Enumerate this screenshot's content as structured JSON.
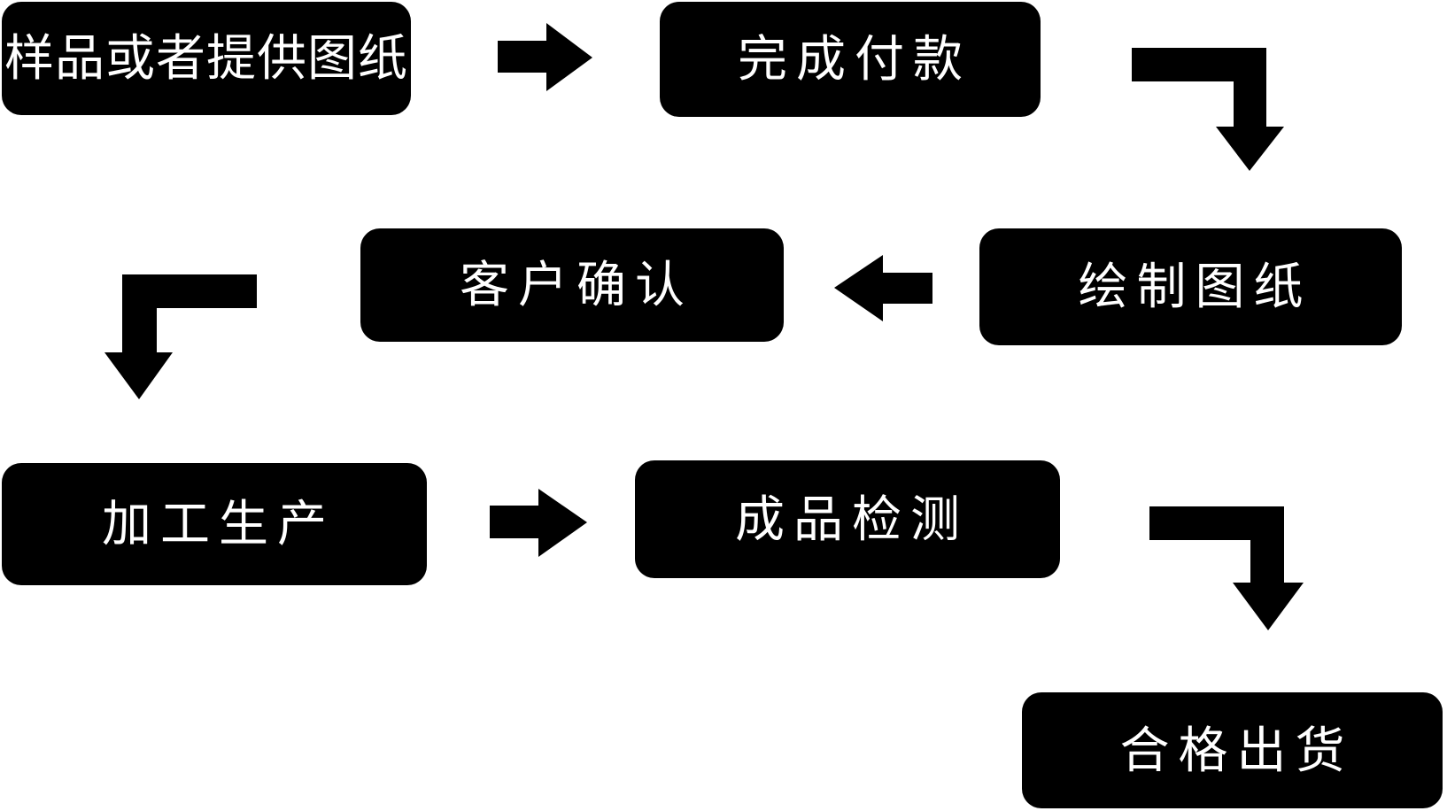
{
  "diagram": {
    "type": "flowchart",
    "background_color": "#ffffff",
    "node_fill_color": "#000000",
    "node_text_color": "#ffffff",
    "arrow_color": "#000000",
    "steps": [
      {
        "order": 1,
        "label": "样品或者提供图纸"
      },
      {
        "order": 2,
        "label": "完成付款"
      },
      {
        "order": 3,
        "label": "绘制图纸"
      },
      {
        "order": 4,
        "label": "客户确认"
      },
      {
        "order": 5,
        "label": "加工生产"
      },
      {
        "order": 6,
        "label": "成品检测"
      },
      {
        "order": 7,
        "label": "合格出货"
      }
    ],
    "connections": [
      {
        "from": "样品或者提供图纸",
        "to": "完成付款",
        "shape": "straight",
        "direction": "right"
      },
      {
        "from": "完成付款",
        "to": "绘制图纸",
        "shape": "elbow",
        "direction": "right-then-down"
      },
      {
        "from": "绘制图纸",
        "to": "客户确认",
        "shape": "straight",
        "direction": "left"
      },
      {
        "from": "客户确认",
        "to": "加工生产",
        "shape": "elbow",
        "direction": "left-then-down"
      },
      {
        "from": "加工生产",
        "to": "成品检测",
        "shape": "straight",
        "direction": "right"
      },
      {
        "from": "成品检测",
        "to": "合格出货",
        "shape": "elbow",
        "direction": "right-then-down"
      }
    ]
  }
}
